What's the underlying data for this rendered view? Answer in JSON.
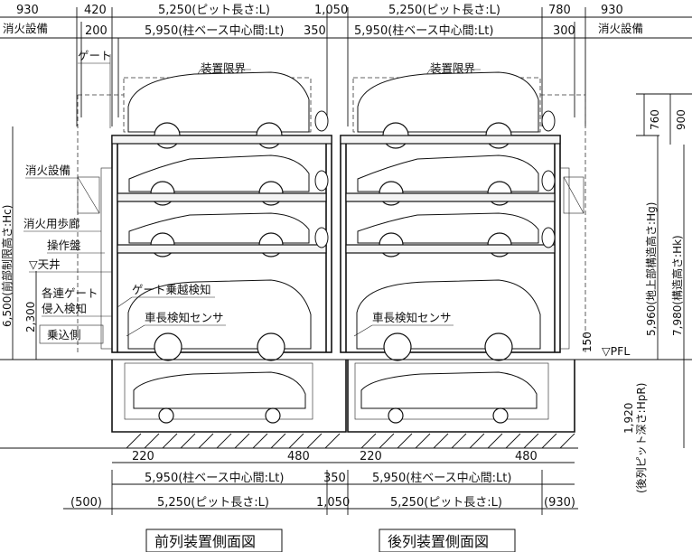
{
  "top_dims": {
    "d930_left": "930",
    "d420": "420",
    "d5250_left": "5,250(ピット長さ:L)",
    "d1050": "1,050",
    "d5250_right": "5,250(ピット長さ:L)",
    "d780": "780",
    "d930_right": "930"
  },
  "second_dims": {
    "fire_left": "消火設備",
    "d200": "200",
    "d5950_left": "5,950(柱ベース中心間:Lt)",
    "d350": "350",
    "d5950_right": "5,950(柱ベース中心間:Lt)",
    "d300": "300",
    "fire_right": "消火設備"
  },
  "labels": {
    "gate": "ゲート",
    "clearance_left": "装置限界",
    "clearance_right": "装置限界",
    "fire_equipment": "消火設備",
    "fire_walkway": "消火用歩廊",
    "control_panel": "操作盤",
    "ceiling": "▽天井",
    "gate_intrusion_1": "各連ゲート",
    "gate_intrusion_2": "侵入検知",
    "gate_overrun": "ゲート乗越検知",
    "sensor_left": "車長検知センサ",
    "sensor_right": "車長検知センサ",
    "entrance_side": "乗込側",
    "pfl": "▽PFL"
  },
  "vertical_dims": {
    "front_limit_height": "6,500(前部制限高さ:Hc)",
    "d2300": "2,300",
    "d760": "760",
    "d900": "900",
    "above_ground_height": "5,960(地上部構造高さ:Hg)",
    "structure_height": "7,980(構造高さ:Hk)",
    "d150": "150",
    "d1920": "1,920",
    "rear_pit_depth": "(後列ピット深さ:HpR)"
  },
  "bottom_dims": {
    "d220_left": "220",
    "d480_left": "480",
    "d220_right": "220",
    "d480_right": "480",
    "d5950_left": "5,950(柱ベース中心間:Lt)",
    "d350": "350",
    "d5950_right": "5,950(柱ベース中心間:Lt)",
    "d500": "(500)",
    "d5250_left": "5,250(ピット長さ:L)",
    "d1050": "1,050",
    "d5250_right": "5,250(ピット長さ:L)",
    "d930": "(930)"
  },
  "captions": {
    "front": "前列装置側面図",
    "rear": "後列装置側面図"
  }
}
